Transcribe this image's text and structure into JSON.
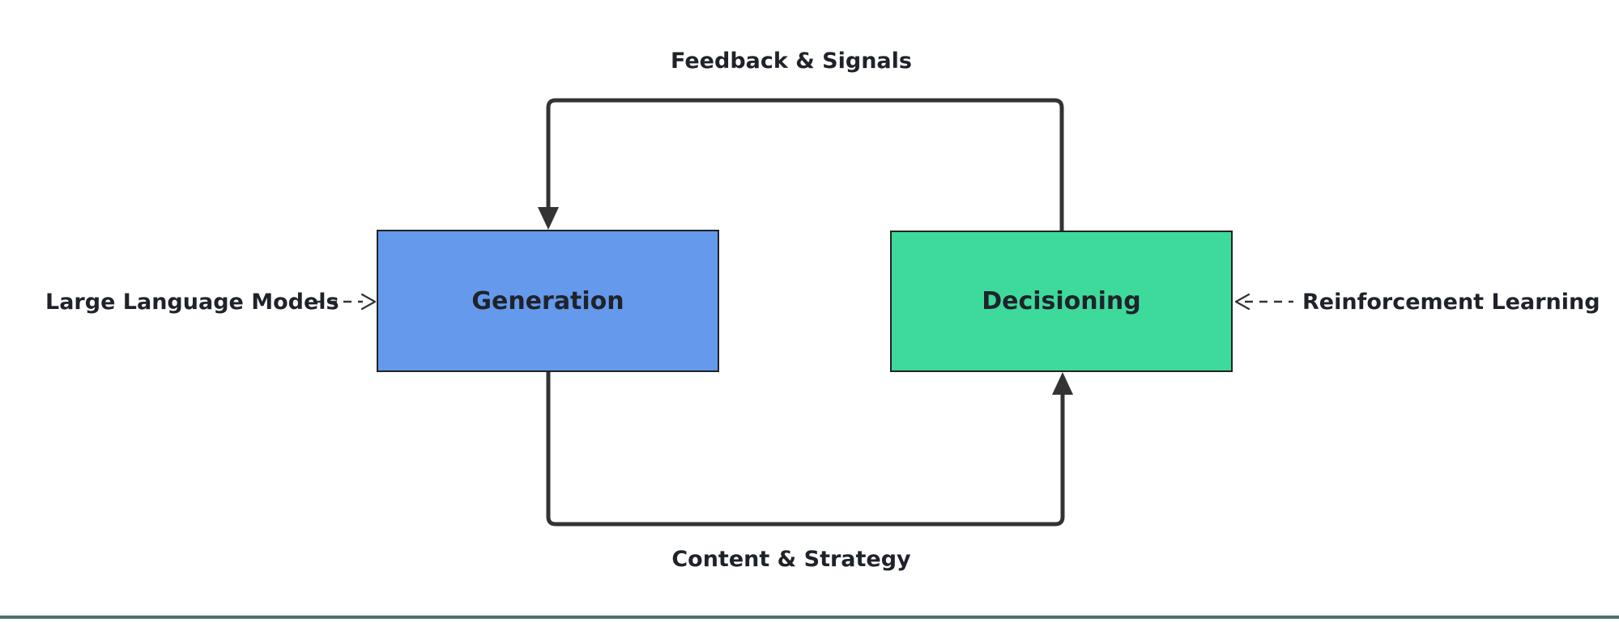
{
  "diagram": {
    "nodes": {
      "generation": {
        "label": "Generation",
        "fill": "#6499EC"
      },
      "decisioning": {
        "label": "Decisioning",
        "fill": "#3EDA9C"
      }
    },
    "edge_labels": {
      "top": "Feedback & Signals",
      "bottom": "Content & Strategy"
    },
    "side_labels": {
      "left": "Large Language Models",
      "right": "Reinforcement Learning"
    },
    "colors": {
      "line": "#333333",
      "text": "#1f2329",
      "node_border": "#222222",
      "generation_fill": "#6499EC",
      "decisioning_fill": "#3EDA9C",
      "footer_bar": "#4E7070",
      "background": "#FFFFFF"
    }
  }
}
